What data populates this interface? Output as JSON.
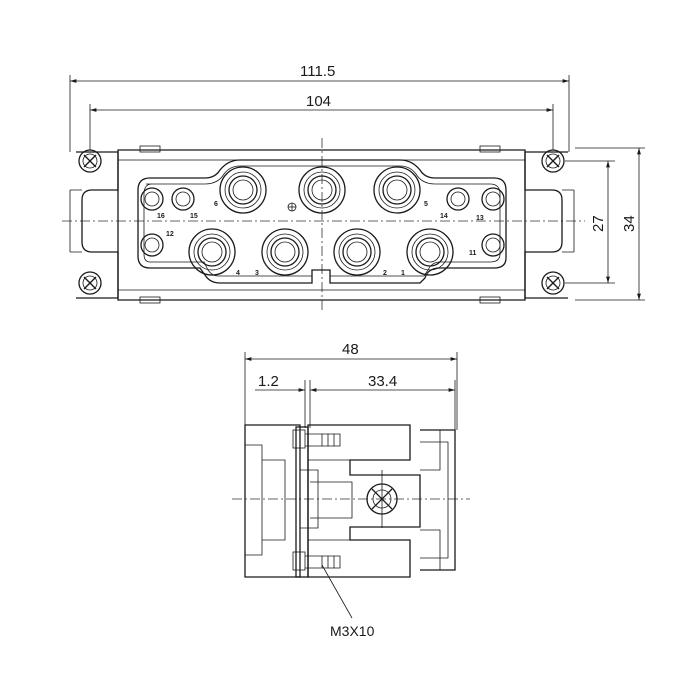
{
  "dimensions": {
    "overall_length": "111.5",
    "hole_spacing": "104",
    "inner_height": "27",
    "overall_height": "34",
    "side_width": "48",
    "offset": "1.2",
    "depth": "33.4"
  },
  "screw_note": "M3X10",
  "pins": [
    {
      "label": "1"
    },
    {
      "label": "2"
    },
    {
      "label": "3"
    },
    {
      "label": "4"
    },
    {
      "label": "5"
    },
    {
      "label": "6"
    },
    {
      "label": "11"
    },
    {
      "label": "12"
    },
    {
      "label": "13"
    },
    {
      "label": "14"
    },
    {
      "label": "15"
    },
    {
      "label": "16"
    }
  ]
}
